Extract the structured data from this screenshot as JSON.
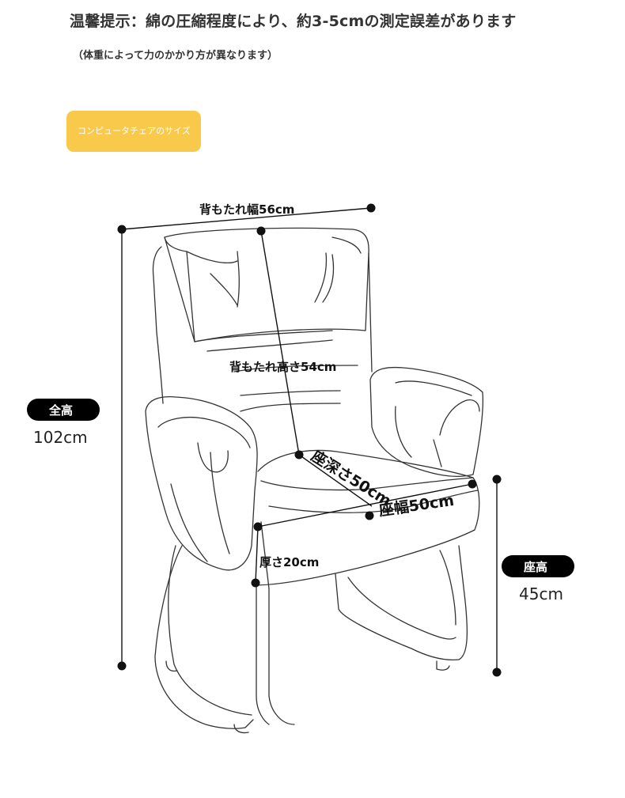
{
  "notice": "温馨提示：綿の圧縮程度により、約3-5cmの測定誤差があります",
  "subnote": "（体重によって力のかかり方が異なります）",
  "tag_label": "コンピュータチェアのサイズ",
  "dimensions": {
    "backrest_width": "背もたれ幅56cm",
    "backrest_height": "背もたれ高さ54cm",
    "seat_depth": "座深さ50cm",
    "seat_width": "座幅50cm",
    "thickness": "厚さ20cm",
    "total_height_label": "全高",
    "total_height_value": "102cm",
    "seat_height_label": "座高",
    "seat_height_value": "45cm"
  },
  "colors": {
    "accent": "#f9c94c",
    "line": "#111111"
  }
}
